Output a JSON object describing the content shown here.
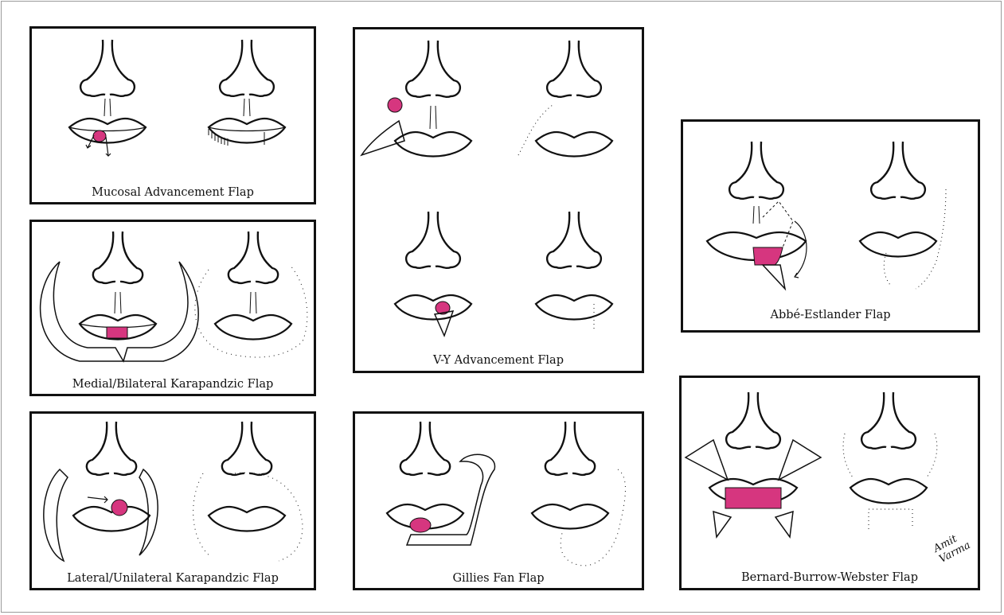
{
  "figure": {
    "panels": [
      {
        "id": "mucosal",
        "caption": "Mucosal Advancement Flap"
      },
      {
        "id": "medial",
        "caption": "Medial/Bilateral Karapandzic Flap"
      },
      {
        "id": "lateral",
        "caption": "Lateral/Unilateral Karapandzic Flap"
      },
      {
        "id": "vy",
        "caption": "V-Y Advancement Flap"
      },
      {
        "id": "gillies",
        "caption": "Gillies Fan Flap"
      },
      {
        "id": "abbe",
        "caption": "Abbé-Estlander Flap"
      },
      {
        "id": "bernard",
        "caption": "Bernard-Burrow-Webster Flap"
      }
    ],
    "colors": {
      "lesion": "#d6367f",
      "ink": "#111111",
      "background": "#ffffff"
    },
    "signature_text": "Amit Varma",
    "icons": [
      "nose-icon",
      "lips-icon",
      "lesion-icon",
      "flap-hatch-icon",
      "suture-line-icon",
      "arrow-icon"
    ]
  }
}
